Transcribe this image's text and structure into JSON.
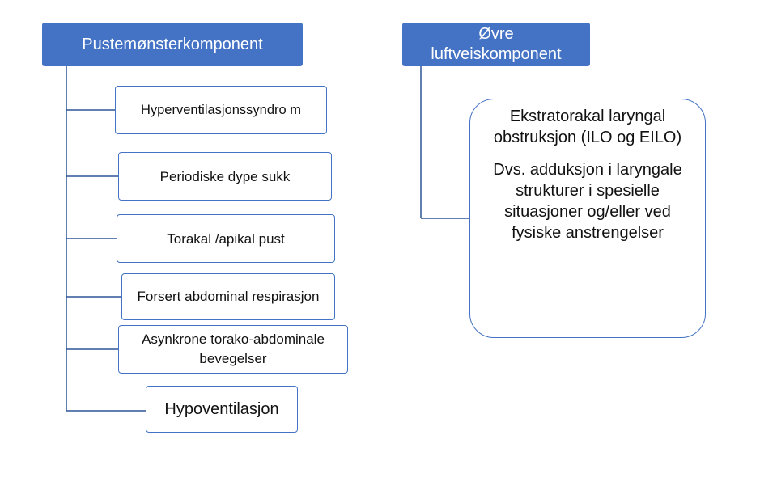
{
  "left_branch": {
    "title": "Pustemønsterkomponent",
    "items": [
      "Hyperventilasjonssyndro m",
      "Periodiske dype sukk",
      "Torakal /apikal pust",
      "Forsert abdominal respirasjon",
      "Asynkrone torako-abdominale bevegelser",
      "Hypoventilasjon"
    ]
  },
  "right_branch": {
    "title_line1": "Øvre",
    "title_line2": "luftveiskomponent",
    "description_main": "Ekstratorakal laryngal obstruksjon (ILO og EILO)",
    "description_detail": "Dvs. adduksjon i laryngale strukturer i spesielle situasjoner og/eller ved fysiske anstrengelser"
  },
  "colors": {
    "header_fill": "#4472c4",
    "border": "#4472c4",
    "connector": "#2f5597"
  }
}
